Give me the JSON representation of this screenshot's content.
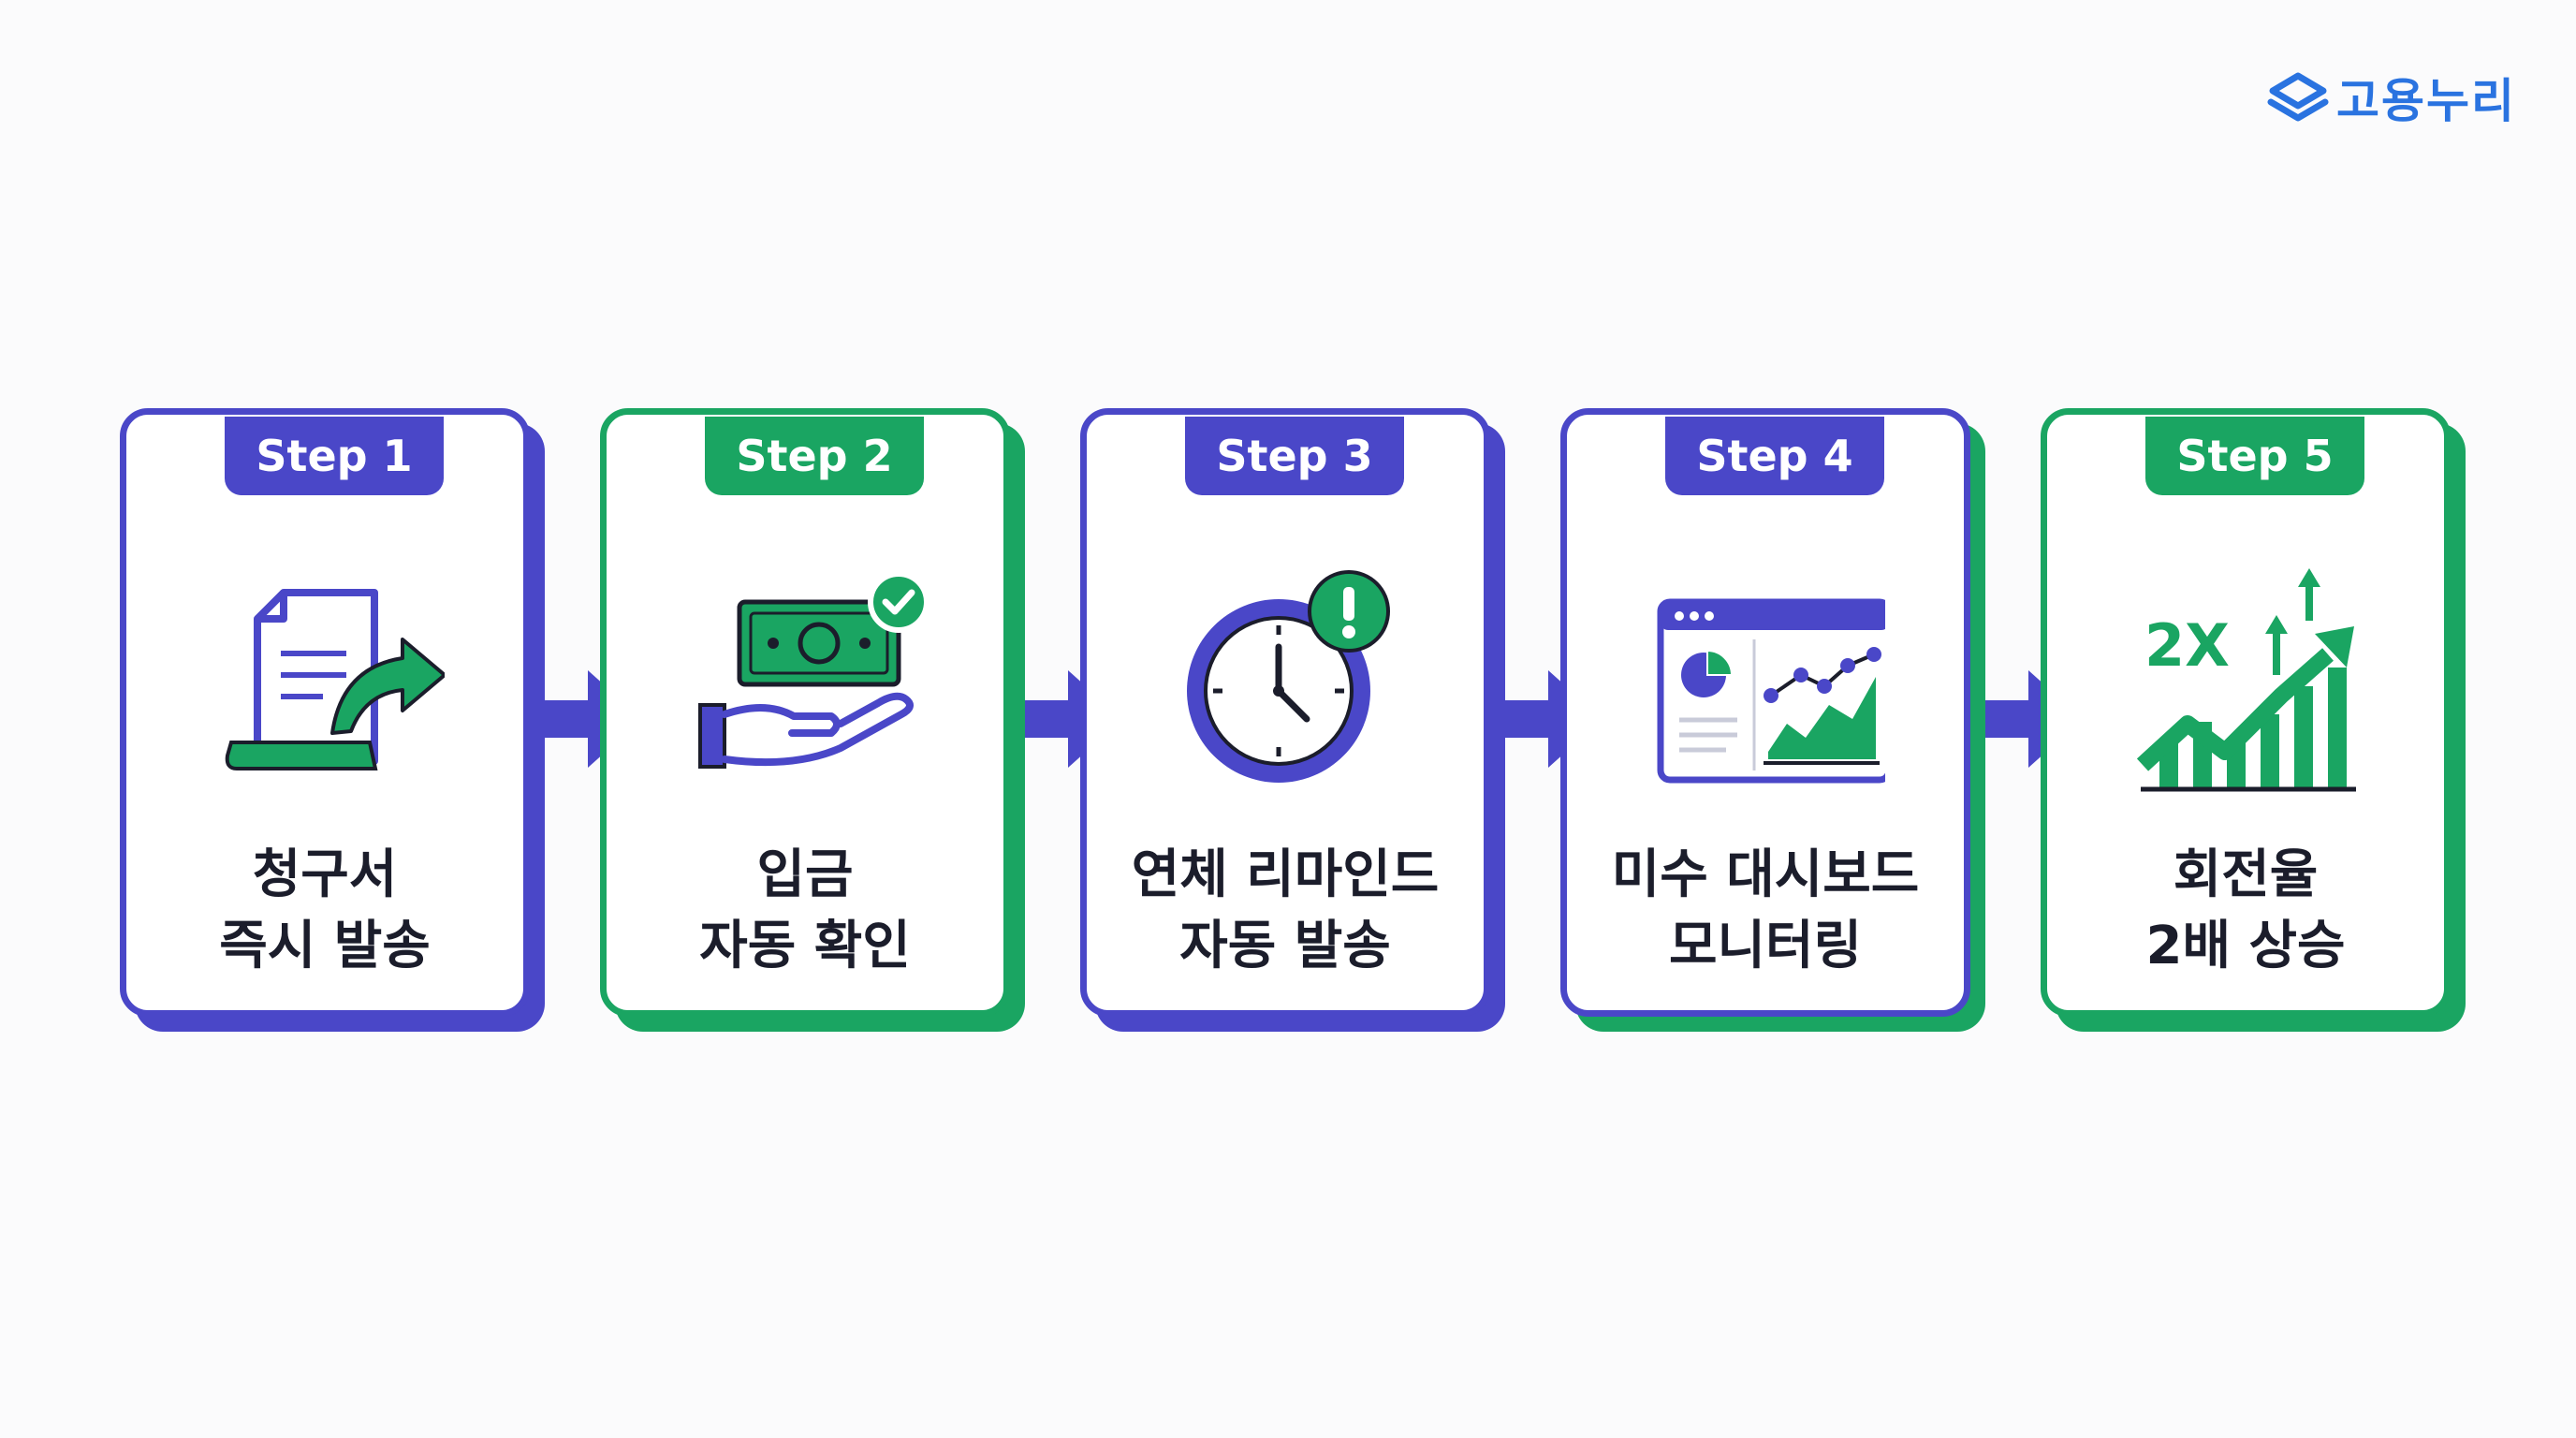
{
  "brand": {
    "name": "고용누리",
    "color": "#2a73e0",
    "icon": "layers-logo-icon"
  },
  "colors": {
    "purple": "#4a47c8",
    "green": "#1aa562",
    "text": "#1b1d2b"
  },
  "steps": [
    {
      "tab": "Step 1",
      "line1": "청구서",
      "line2": "즉시 발송",
      "icon": "invoice-send-icon",
      "theme": "purple"
    },
    {
      "tab": "Step 2",
      "line1": "입금",
      "line2": "자동 확인",
      "icon": "payment-check-icon",
      "theme": "green"
    },
    {
      "tab": "Step 3",
      "line1": "연체 리마인드",
      "line2": "자동 발송",
      "icon": "clock-alert-icon",
      "theme": "purple"
    },
    {
      "tab": "Step 4",
      "line1": "미수 대시보드",
      "line2": "모니터링",
      "icon": "dashboard-icon",
      "theme": "purple"
    },
    {
      "tab": "Step 5",
      "line1": "회전율",
      "line2": "2배 상승",
      "icon": "growth-chart-icon",
      "theme": "green"
    }
  ],
  "growth_icon_text": "2X"
}
